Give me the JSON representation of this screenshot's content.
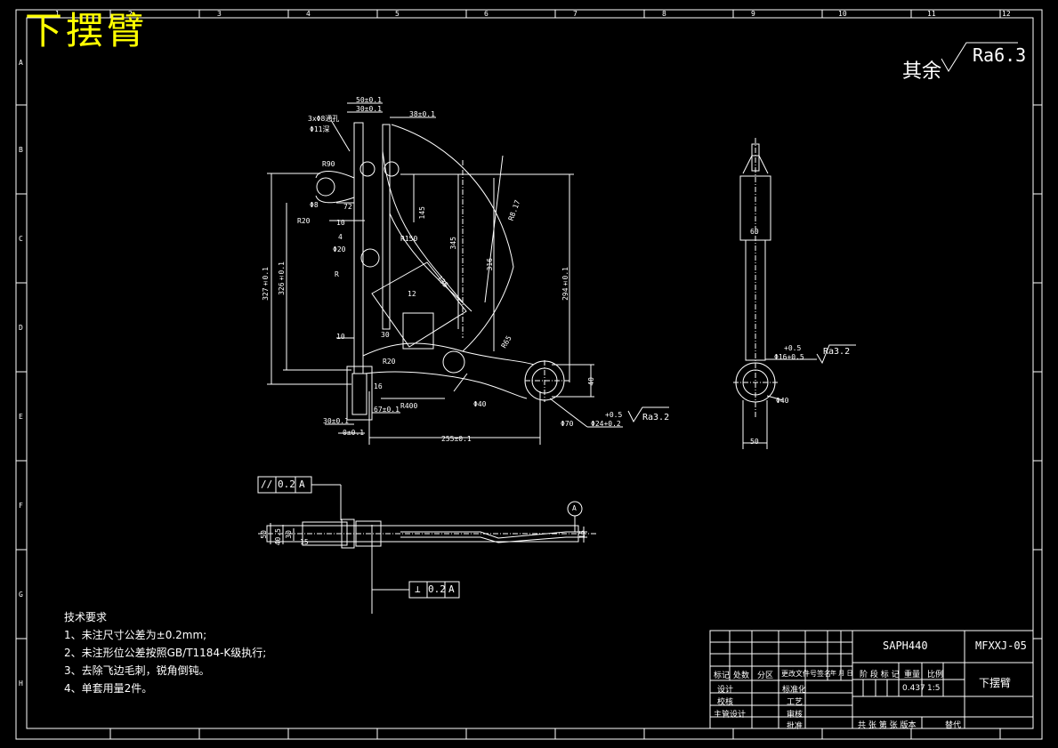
{
  "drawing_title": "下摆臂",
  "roughness_general": {
    "prefix": "其余",
    "value": "Ra6.3"
  },
  "zone_columns": [
    "1",
    "2",
    "3",
    "4",
    "5",
    "6",
    "7",
    "8",
    "9",
    "10",
    "11",
    "12"
  ],
  "zone_rows": [
    "A",
    "B",
    "C",
    "D",
    "E",
    "F",
    "G",
    "H"
  ],
  "tech_requirements": {
    "heading": "技术要求",
    "items": [
      "1、未注尺寸公差为±0.2mm;",
      "2、未注形位公差按照GB/T1184-K级执行;",
      "3、去除飞边毛刺，锐角倒钝。",
      "4、单套用量2件。"
    ]
  },
  "geometric_tolerances": [
    {
      "symbol": "//",
      "value": "0.2",
      "datum": "A"
    },
    {
      "symbol": "⊥",
      "value": "0.2",
      "datum": "A"
    }
  ],
  "datum_label": "A",
  "dimensions": {
    "top_a": "50±0.1",
    "top_b": "30±0.1",
    "top_c": "38±0.1",
    "hole_note_a": "3xΦ8通孔",
    "hole_note_b": "Φ11深",
    "r_a": "R90",
    "r_b": "R20",
    "r_c": "R20",
    "r_d": "R400",
    "r_e": "R65",
    "r_f": "R150",
    "r_g": "R",
    "d_a": "Φ8",
    "d_b": "Φ20",
    "d_c": "Φ40",
    "d_d": "Φ70",
    "d_e": "Φ24+0.2",
    "v_a": "327±0.1",
    "v_b": "326±0.1",
    "v_c": "294±0.1",
    "v_d": "345",
    "v_e": "316",
    "v_f": "145",
    "h_a": "72",
    "h_b": "10",
    "h_c": "4",
    "h_d": "12",
    "h_e": "135",
    "h_f": "10",
    "h_g": "30",
    "h_h": "30±0.1",
    "h_i": "0±0.1",
    "h_j": "67±0.1",
    "h_k": "255±0.1",
    "h_l": "40",
    "h_m": "16",
    "arc_a": "R8.17",
    "tol_a": "+0.5",
    "rough_a": "Ra3.2",
    "side_a": "60",
    "side_b": "Φ40",
    "side_c": "50",
    "side_tol": "+0.5",
    "side_dia": "Φ16+0.5",
    "side_rough": "Ra3.2",
    "bot_a": "50",
    "bot_b": "40.5",
    "bot_c": "30",
    "bot_d": "15",
    "bot_e": "15"
  },
  "title_block": {
    "material": "SAPH440",
    "drawing_no": "MFXXJ-05",
    "part_name": "下摆臂",
    "weight": "0.437",
    "scale": "1:5",
    "col_stage": "阶 段 标 记",
    "col_weight": "重量",
    "col_scale": "比例",
    "rev_headers": [
      "标记",
      "处数",
      "分区",
      "更改文件号签名",
      "年 月 日"
    ],
    "role_design": "设计",
    "role_check": "校核",
    "role_chief": "主管设计",
    "role_std": "标准化",
    "role_process": "工艺",
    "role_review": "审核",
    "role_approve": "批准",
    "sheet_info": "共 张  第 张 版本",
    "replace": "替代"
  }
}
